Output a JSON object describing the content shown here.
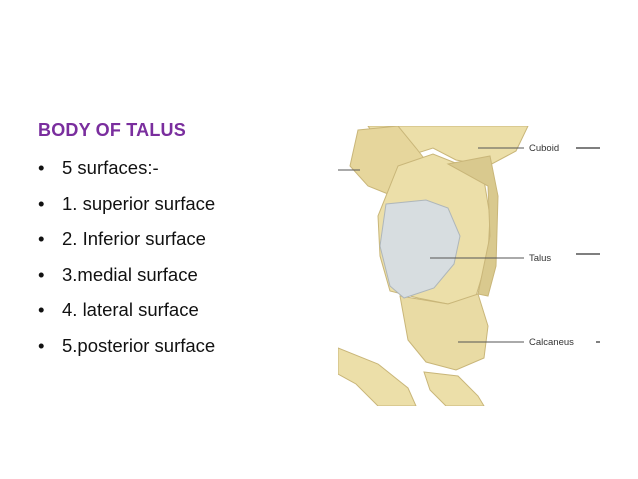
{
  "slide": {
    "heading": "BODY OF TALUS",
    "bullet_symbol": "•",
    "bullets": [
      "5 surfaces:-",
      "1. superior surface",
      "2. Inferior surface",
      "3.medial surface",
      "4. lateral surface",
      "5.posterior surface"
    ]
  },
  "figure": {
    "labels": {
      "cuboid": "Cuboid",
      "talus": "Talus",
      "calcaneus": "Calcaneus"
    },
    "colors": {
      "bone": "#ecdfa9",
      "bone_shadow": "#c9b679",
      "cartilage": "#d7dde0",
      "leader": "#555555",
      "heading": "#7a2e9e"
    }
  }
}
